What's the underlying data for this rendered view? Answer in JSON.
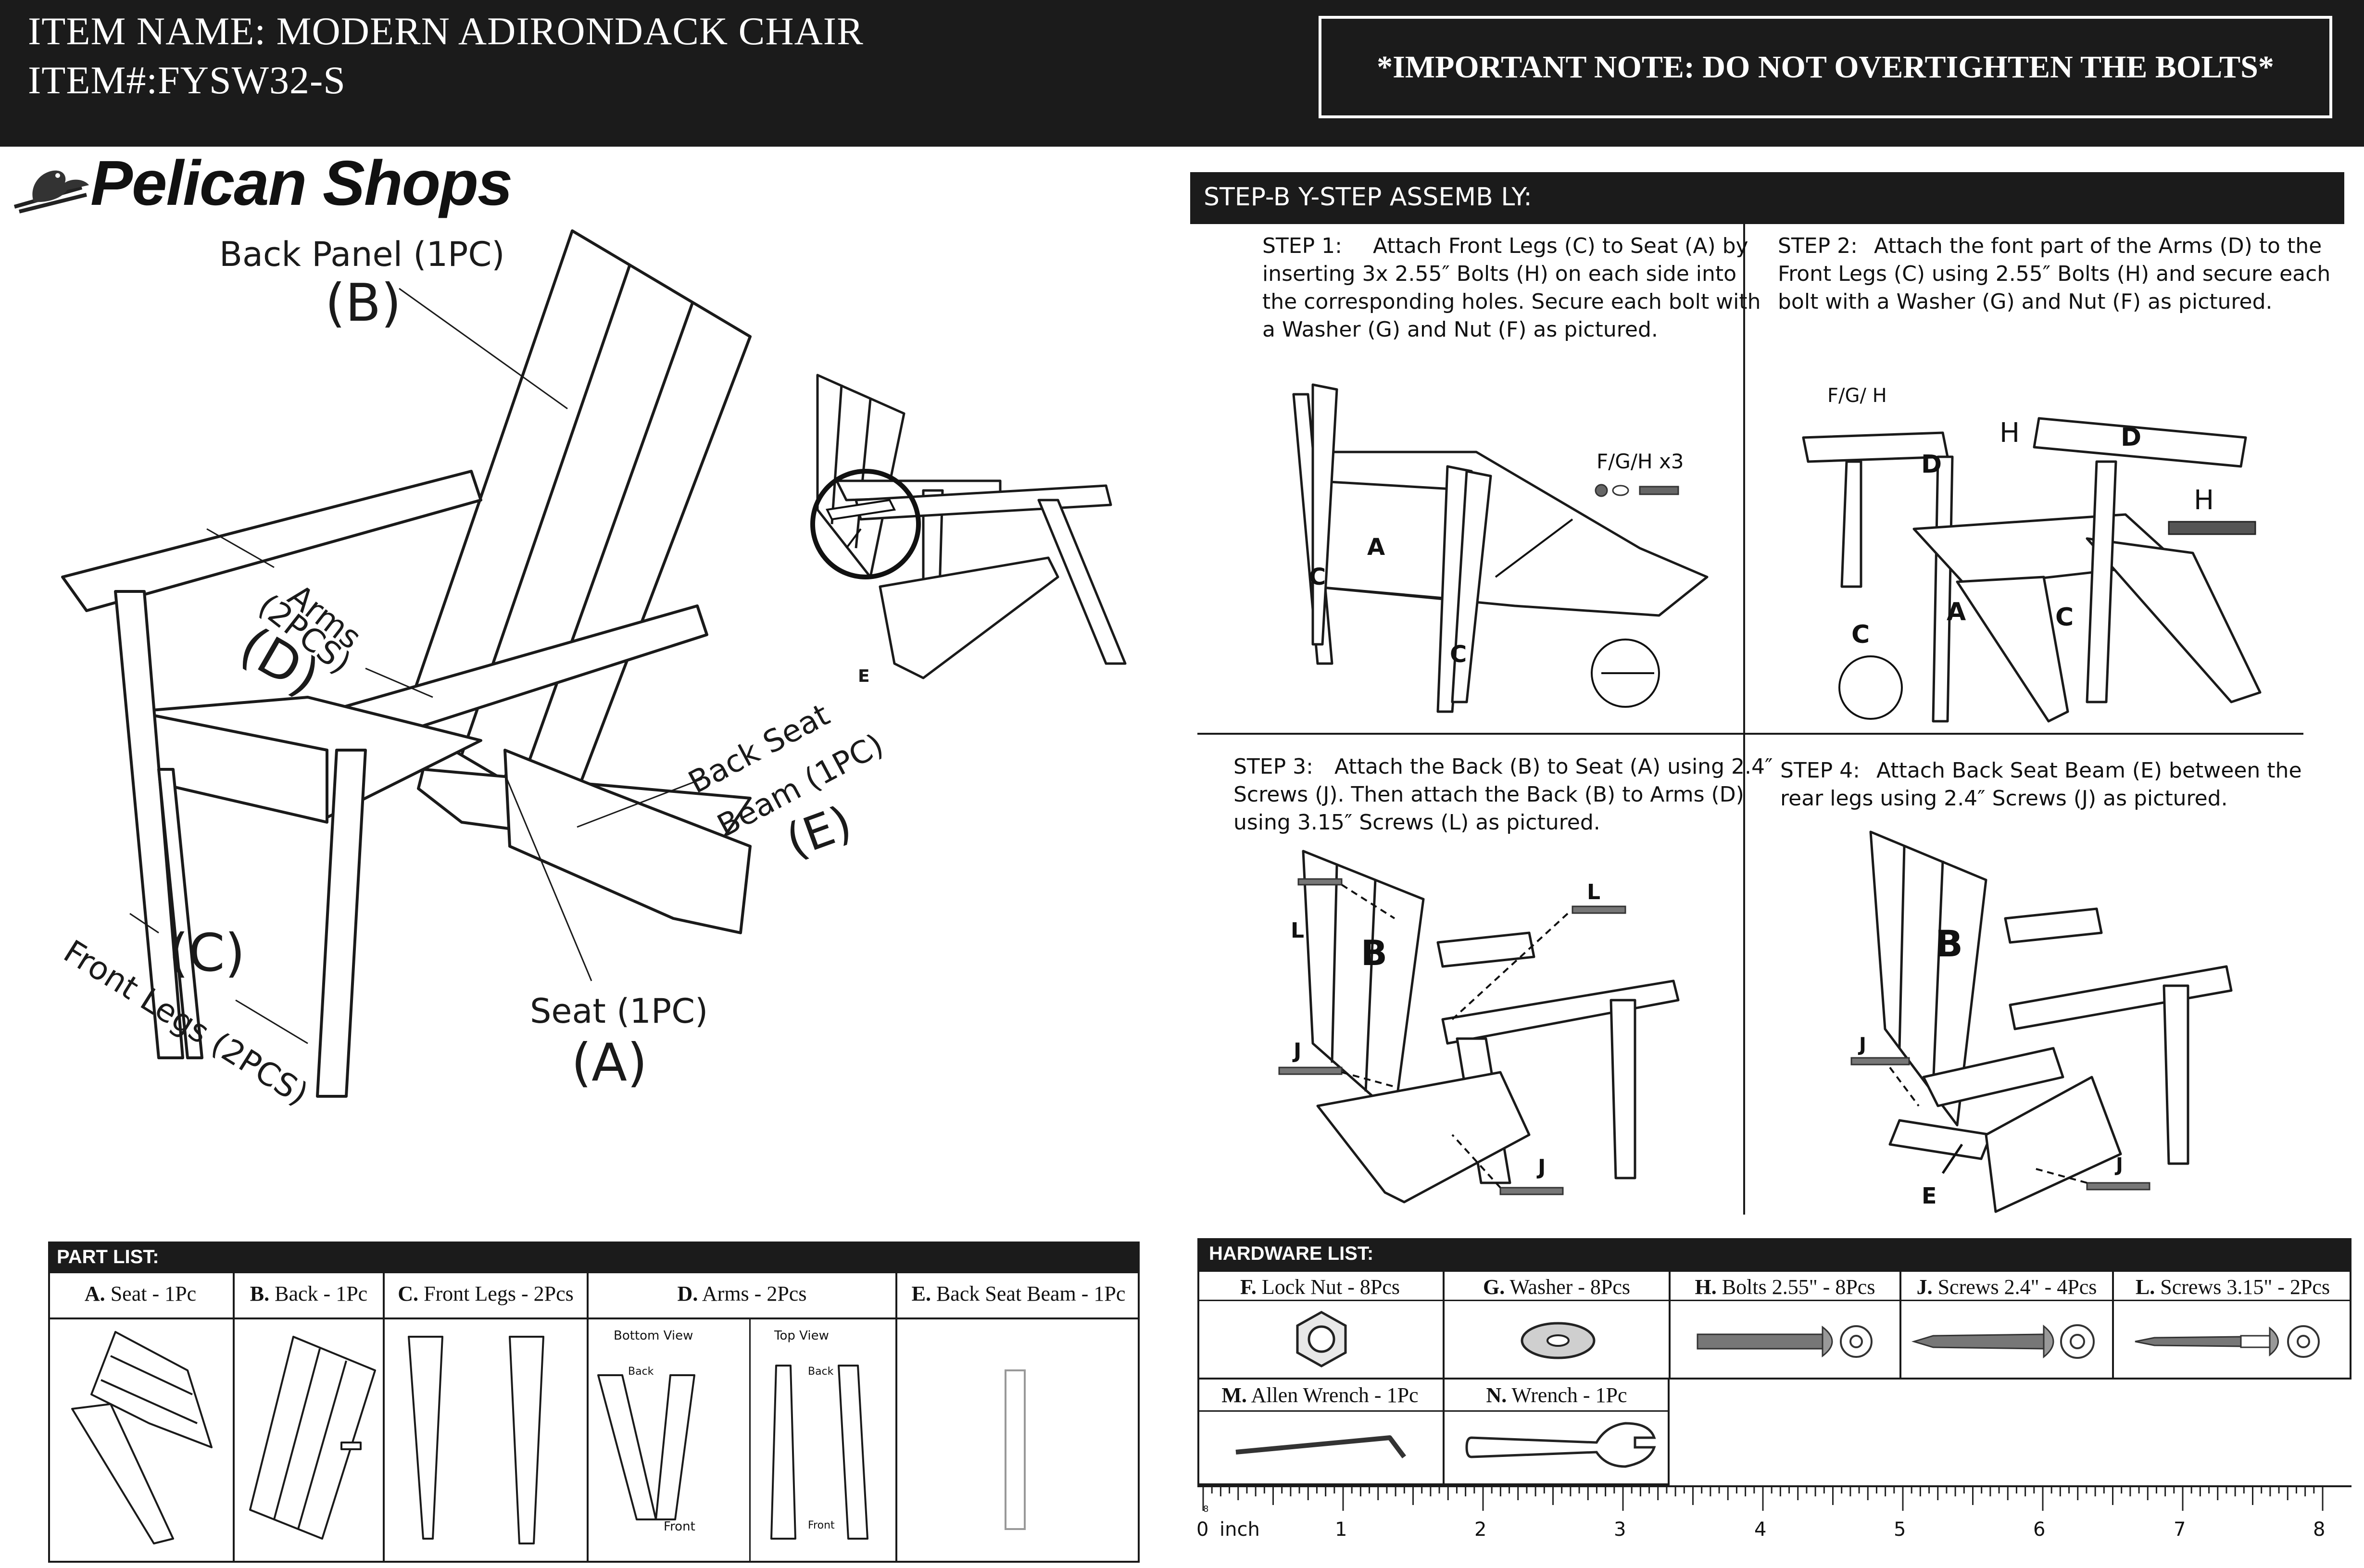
{
  "header": {
    "item_name": "ITEM NAME: MODERN ADIRONDACK CHAIR",
    "item_number": "ITEM#:FYSW32-S",
    "important_note": "*IMPORTANT NOTE: DO NOT OVERTIGHTEN THE BOLTS*"
  },
  "logo": {
    "text": "Pelican Shops"
  },
  "overview_labels": {
    "back_panel": "Back Panel (1PC)",
    "back_panel_letter": "(B)",
    "arms": "Arms",
    "arms_count": "(2PCS)",
    "arms_letter": "(D)",
    "back_seat_beam": "Back Seat",
    "back_seat_beam_2": "Beam (1PC)",
    "back_seat_beam_letter": "(E)",
    "front_legs_letter": "(C)",
    "front_legs": "Front Legs (2PCS)",
    "seat": "Seat (1PC)",
    "seat_letter": "(A)",
    "inset_letter": "E"
  },
  "steps": {
    "title": "STEP-B  Y-STEP ASSEMB      LY:",
    "step1": {
      "number": "STEP 1:",
      "lines": [
        "Attach Front Legs (C) to Seat (A) by",
        "inserting 3x 2.55″  Bolts (H) on each side into",
        "the corresponding holes. Secure each bolt with",
        "a Washer (G) and Nut (F) as pictured."
      ],
      "hardware_label": "F/G/H x3",
      "labels": {
        "a": "A",
        "c1": "C",
        "c2": "C"
      }
    },
    "step2": {
      "number": "STEP 2:",
      "lines": [
        "Attach the font part of the Arms (D) to the",
        "Front Legs (C) using 2.55″  Bolts (H) and secure each",
        "bolt with a Washer (G) and Nut (F) as pictured."
      ],
      "hardware_label": "F/G/ H",
      "labels": {
        "h1": "H",
        "h2": "H",
        "d1": "D",
        "d2": "D",
        "a": "A",
        "c1": "C",
        "c2": "C"
      }
    },
    "step3": {
      "number": "STEP 3:",
      "lines": [
        "Attach the Back (B) to Seat (A) using 2.4″",
        "Screws (J). Then attach the Back (B) to Arms (D)",
        "using 3.15″  Screws (L) as pictured."
      ],
      "labels": {
        "b": "B",
        "l1": "L",
        "l2": "L",
        "j1": "J",
        "j2": "J"
      }
    },
    "step4": {
      "number": "STEP 4:",
      "lines": [
        "Attach Back Seat Beam (E) between the",
        "rear legs using 2.4″  Screws (J) as pictured."
      ],
      "labels": {
        "b": "B",
        "j1": "J",
        "j2": "J",
        "e": "E"
      }
    }
  },
  "part_list": {
    "title": "PART LIST:",
    "items": [
      {
        "letter": "A.",
        "label": " Seat - 1Pc"
      },
      {
        "letter": "B.",
        "label": " Back - 1Pc"
      },
      {
        "letter": "C.",
        "label": " Front Legs  - 2Pcs"
      },
      {
        "letter": "D.",
        "label": " Arms  - 2Pcs"
      },
      {
        "letter": "E.",
        "label": " Back Seat Beam - 1Pc"
      }
    ],
    "arms_views": {
      "bottom_view": "Bottom View",
      "top_view": "Top View",
      "back": "Back",
      "front": "Front"
    }
  },
  "hardware_list": {
    "title": "HARDWARE LIST:",
    "items": [
      {
        "letter": "F.",
        "label": " Lock Nut - 8Pcs"
      },
      {
        "letter": "G.",
        "label": " Washer - 8Pcs"
      },
      {
        "letter": "H.",
        "label": " Bolts 2.55\" - 8Pcs"
      },
      {
        "letter": "J.",
        "label": " Screws 2.4\" - 4Pcs"
      },
      {
        "letter": "L.",
        "label": " Screws 3.15\" - 2Pcs"
      },
      {
        "letter": "M.",
        "label": " Allen Wrench - 1Pc"
      },
      {
        "letter": "N.",
        "label": " Wrench - 1Pc"
      }
    ],
    "ruler": {
      "unit": "inch",
      "zero": "0",
      "numbers": [
        "1",
        "2",
        "3",
        "4",
        "5",
        "6",
        "7",
        "8"
      ],
      "small_mark": "8"
    }
  }
}
